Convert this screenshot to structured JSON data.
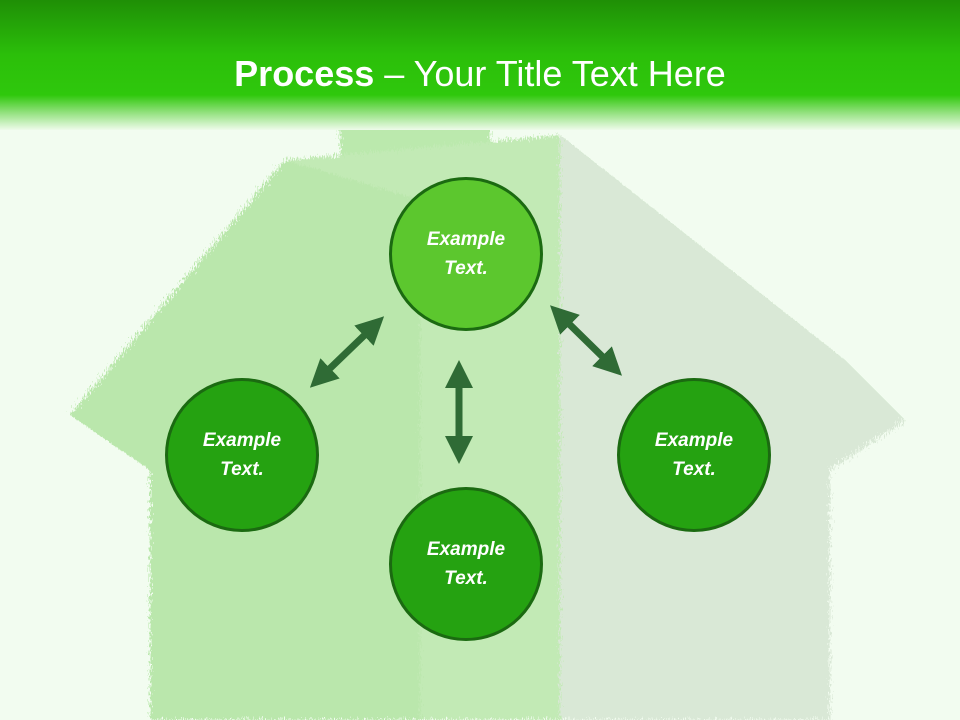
{
  "slide": {
    "title_bold": "Process",
    "title_rest": " – Your Title Text Here"
  },
  "diagram": {
    "nodes": {
      "top": "Example Text.",
      "left": "Example Text.",
      "right": "Example Text.",
      "bottom": "Example Text."
    }
  },
  "colors": {
    "header": "#2bbf0a",
    "node_top": "#5cc72e",
    "node": "#25a211",
    "arrow": "#2f6b35",
    "house": "#7fd46a"
  },
  "background_image": "grass-house"
}
